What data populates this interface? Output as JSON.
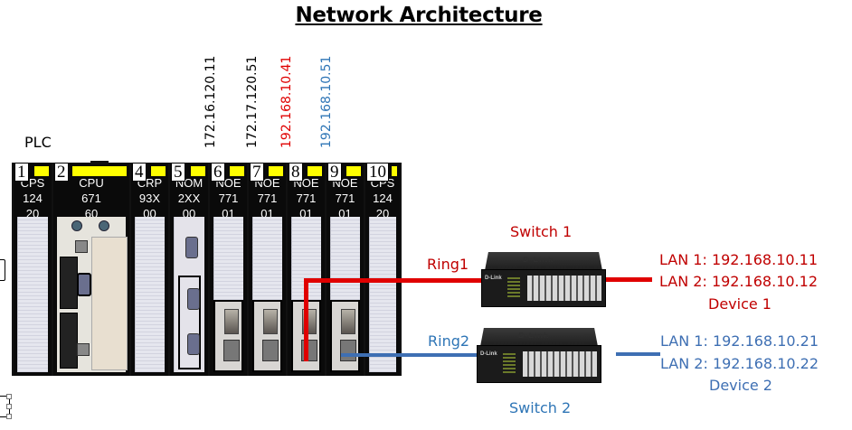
{
  "title": "Network Architecture",
  "plc": {
    "label": "PLC",
    "slots": [
      {
        "number": "1",
        "lines": [
          "CPS",
          "124",
          "20"
        ],
        "type": "power"
      },
      {
        "number": "2",
        "lines": [
          "CPU",
          "671",
          "60"
        ],
        "type": "cpu"
      },
      {
        "number": "4",
        "lines": [
          "CRP",
          "93X",
          "00"
        ],
        "type": "io"
      },
      {
        "number": "5",
        "lines": [
          "NOM",
          "2XX",
          "00"
        ],
        "type": "nom"
      },
      {
        "number": "6",
        "lines": [
          "NOE",
          "771",
          "01"
        ],
        "type": "noe",
        "ip": "172.16.120.11"
      },
      {
        "number": "7",
        "lines": [
          "NOE",
          "771",
          "01"
        ],
        "type": "noe",
        "ip": "172.17.120.51"
      },
      {
        "number": "8",
        "lines": [
          "NOE",
          "771",
          "01"
        ],
        "type": "noe",
        "ip": "192.168.10.41"
      },
      {
        "number": "9",
        "lines": [
          "NOE",
          "771",
          "01"
        ],
        "type": "noe",
        "ip": "192.168.10.51"
      },
      {
        "number": "10",
        "lines": [
          "CPS",
          "124",
          "20"
        ],
        "type": "power"
      }
    ]
  },
  "ip_labels": [
    {
      "text": "172.16.120.11",
      "color": "#000000"
    },
    {
      "text": "172.17.120.51",
      "color": "#000000"
    },
    {
      "text": "192.168.10.41",
      "color": "#e00000"
    },
    {
      "text": "192.168.10.51",
      "color": "#2e75b6"
    }
  ],
  "rings": [
    {
      "label": "Ring1",
      "color": "#e00000"
    },
    {
      "label": "Ring2",
      "color": "#3e6fb3"
    }
  ],
  "switches": [
    {
      "label": "Switch 1",
      "brand": "D-Link",
      "color": "#c00000"
    },
    {
      "label": "Switch 2",
      "brand": "D-Link",
      "color": "#2e75b6"
    }
  ],
  "devices": [
    {
      "lan1": "LAN 1: 192.168.10.11",
      "lan2": "LAN 2: 192.168.10.12",
      "name": "Device 1",
      "color": "#c00000"
    },
    {
      "lan1": "LAN 1: 192.168.10.21",
      "lan2": "LAN 2: 192.168.10.22",
      "name": "Device 2",
      "color": "#3e6fb3"
    }
  ]
}
